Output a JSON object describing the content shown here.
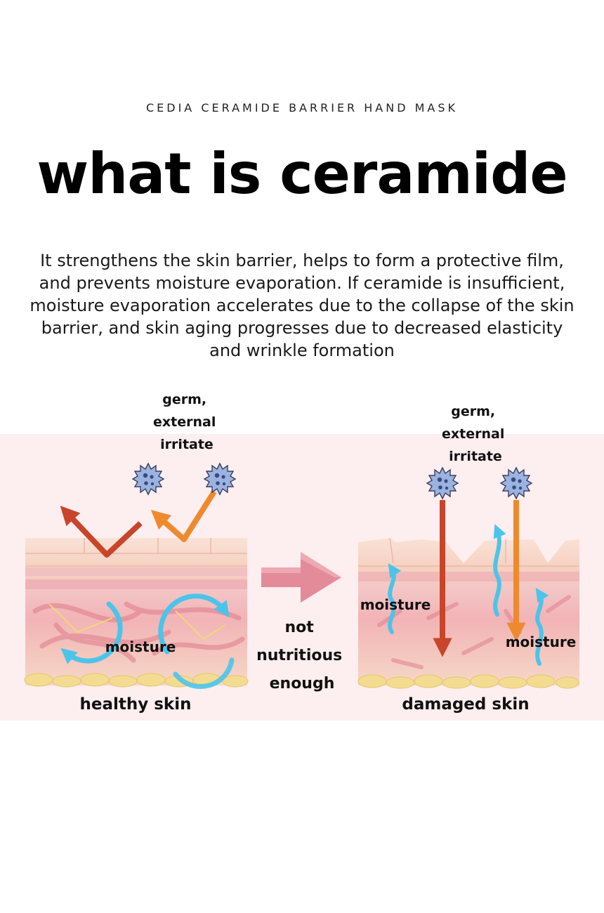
{
  "header": {
    "eyebrow": "CEDIA CERAMIDE BARRIER HAND MASK",
    "title": "what is ceramide",
    "description": "It strengthens the skin barrier, helps to form a protective film, and prevents moisture evaporation. If ceramide is insufficient, moisture evaporation accelerates due to the collapse of the skin barrier, and skin aging progresses due to decreased elasticity and wrinkle formation"
  },
  "diagram": {
    "healthy": {
      "threat_lines": [
        "germ,",
        "external",
        "irritate"
      ],
      "moisture_label": "moisture",
      "caption": "healthy skin"
    },
    "transition_lines": [
      "not",
      "nutritious",
      "enough"
    ],
    "damaged": {
      "threat_lines": [
        "germ,",
        "external",
        "irritate"
      ],
      "moisture_label_left": "moisture",
      "moisture_label_right": "moisture",
      "caption": "damaged skin"
    },
    "colors": {
      "band": "#fdeef0",
      "arrow_red": "#c8452a",
      "arrow_orange": "#ee8a2e",
      "moisture_blue": "#4cc4ea",
      "germ": "#9ab3e0",
      "skin_top": "#f7d3c4",
      "skin_mid": "#f1b6b5",
      "fat": "#f3dc92",
      "transition_arrow": "#e38b98"
    }
  }
}
